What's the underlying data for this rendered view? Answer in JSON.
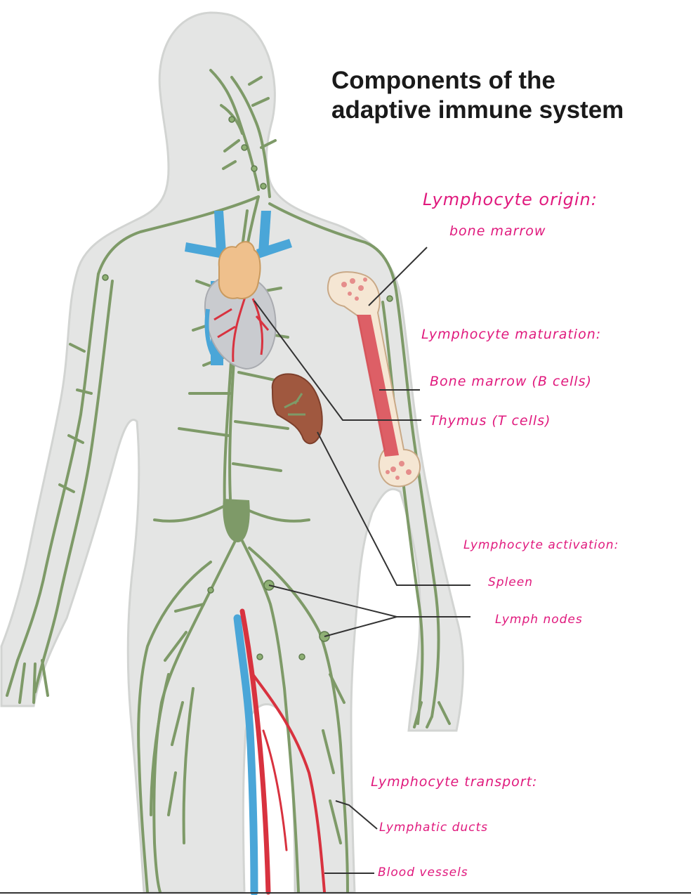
{
  "title": {
    "line1": "Components of the",
    "line2": "adaptive immune system"
  },
  "labels": {
    "origin_heading": "Lymphocyte origin:",
    "origin_site": "bone marrow",
    "maturation_heading": "Lymphocyte maturation:",
    "maturation_bone_marrow": "Bone marrow (B cells)",
    "maturation_thymus": "Thymus (T cells)",
    "activation_heading": "Lymphocyte activation:",
    "activation_spleen": "Spleen",
    "activation_lymph_nodes": "Lymph nodes",
    "transport_heading": "Lymphocyte transport:",
    "transport_lymphatic": "Lymphatic ducts",
    "transport_blood": "Blood vessels"
  },
  "colors": {
    "body": "#e4e5e4",
    "body_outline": "#cfd1cf",
    "lymphatic": "#7e9a68",
    "vein": "#4aa6d8",
    "artery": "#d8323f",
    "thymus": "#efc08c",
    "heart": "#c9cbcf",
    "spleen": "#a0583f",
    "bone": "#f5e6d3",
    "marrow": "#d84652",
    "annotation": "#e0197d",
    "leader_line": "#333333"
  }
}
